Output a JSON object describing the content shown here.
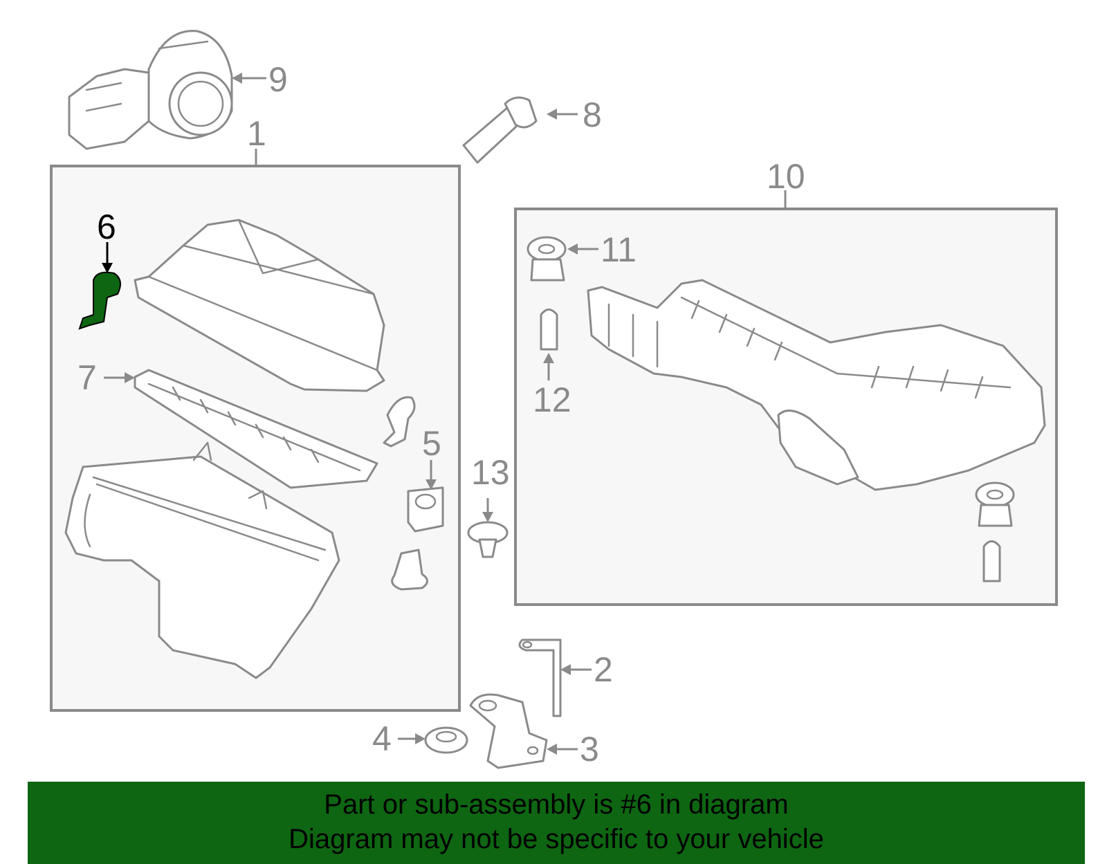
{
  "diagram": {
    "callouts": [
      {
        "id": "1",
        "label": "1"
      },
      {
        "id": "2",
        "label": "2"
      },
      {
        "id": "3",
        "label": "3"
      },
      {
        "id": "4",
        "label": "4"
      },
      {
        "id": "5",
        "label": "5"
      },
      {
        "id": "6",
        "label": "6"
      },
      {
        "id": "7",
        "label": "7"
      },
      {
        "id": "8",
        "label": "8"
      },
      {
        "id": "9",
        "label": "9"
      },
      {
        "id": "10",
        "label": "10"
      },
      {
        "id": "11",
        "label": "11"
      },
      {
        "id": "12",
        "label": "12"
      },
      {
        "id": "13",
        "label": "13"
      }
    ],
    "highlighted_part": "6",
    "colors": {
      "line": "#8a8a8a",
      "highlight": "#0e6612",
      "panel": "#f7f7f7",
      "banner": "#0e6612"
    }
  },
  "banner": {
    "line1": "Part or sub-assembly is #6 in diagram",
    "line2": "Diagram may not be specific to your vehicle"
  }
}
